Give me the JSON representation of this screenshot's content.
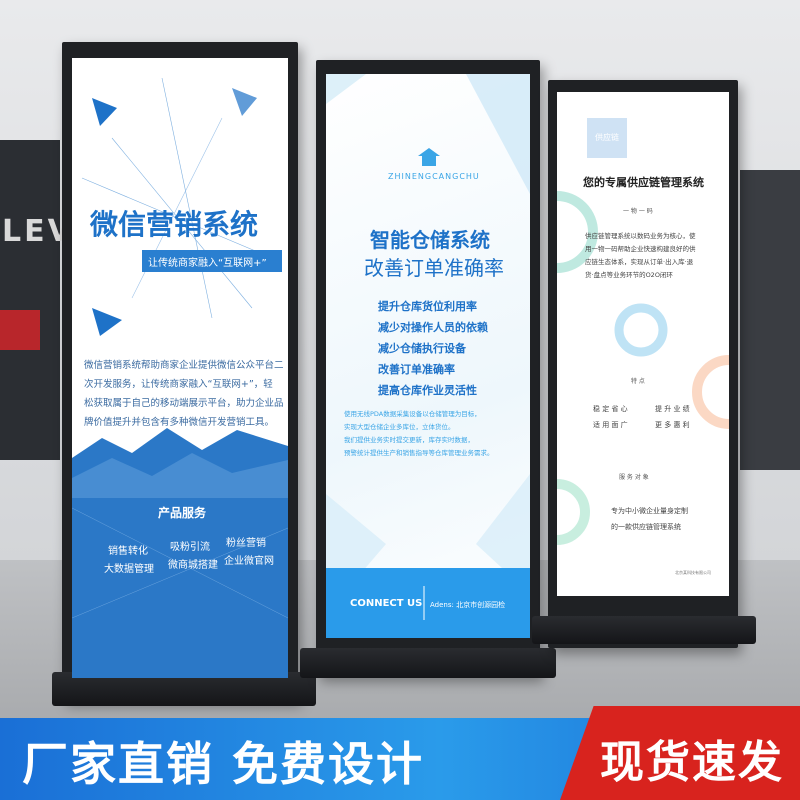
{
  "sign1": {
    "title": "微信营销系统",
    "subtitle": "让传统商家融入“互联网+”",
    "body": [
      "微信营销系统帮助商家企业提供微信公众平台二",
      "次开发服务，让传统商家融入“互联网+”，轻",
      "松获取属于自己的移动端展示平台，助力企业品",
      "牌价值提升并包含有多种微信开发营销工具。"
    ],
    "services_title": "产品服务",
    "services": [
      "销售转化",
      "吸粉引流",
      "粉丝营销",
      "大数据管理",
      "微商城搭建",
      "企业微官网"
    ]
  },
  "sign2": {
    "brand": "ZHINENGCANGCHU",
    "title": "智能仓储系统",
    "subtitle": "改善订单准确率",
    "points": [
      "提升仓库货位利用率",
      "减少对操作人员的依赖",
      "减少仓储执行设备",
      "改善订单准确率",
      "提高仓库作业灵活性"
    ],
    "body": [
      "使用无线PDA数据采集设备以仓储管理为目标，",
      "实现大型仓储企业多库位，立体货位。",
      "我们提供业务实时提交更新，库存实时数据，",
      "预警统计提供生产和销售指导等仓库管理业务需求。"
    ],
    "footer_title": "CONNECT US",
    "footer_address": "Adens: 北京市创源园检"
  },
  "sign3": {
    "tag": "供应链",
    "title": "您的专属供应链管理系统",
    "section1": "一 物 一 码",
    "body": [
      "供应链管理系统以数码业务为核心，使",
      "用一物一码帮助企业快速构建良好的供",
      "应链生态体系，实现从订单·出入库·退",
      "货·盘点等业务环节的O2O闭环"
    ],
    "section2": "特 点",
    "features": [
      "稳 定 省 心",
      "提 升 业 绩",
      "适 用 面 广",
      "更 多 惠 利"
    ],
    "section3": "服 务 对 象",
    "target": [
      "专为中小微企业量身定制",
      "的一款供应链管理系统"
    ],
    "footer": "北京某科技有限公司"
  },
  "background_sign": "LEV",
  "banner": {
    "left_text": "厂家直销  免费设计",
    "right_text": "现货速发"
  },
  "colors": {
    "blue": "#1e72c8",
    "light_blue": "#3aa5e6",
    "red": "#d8231e",
    "frame": "#1f2124"
  }
}
